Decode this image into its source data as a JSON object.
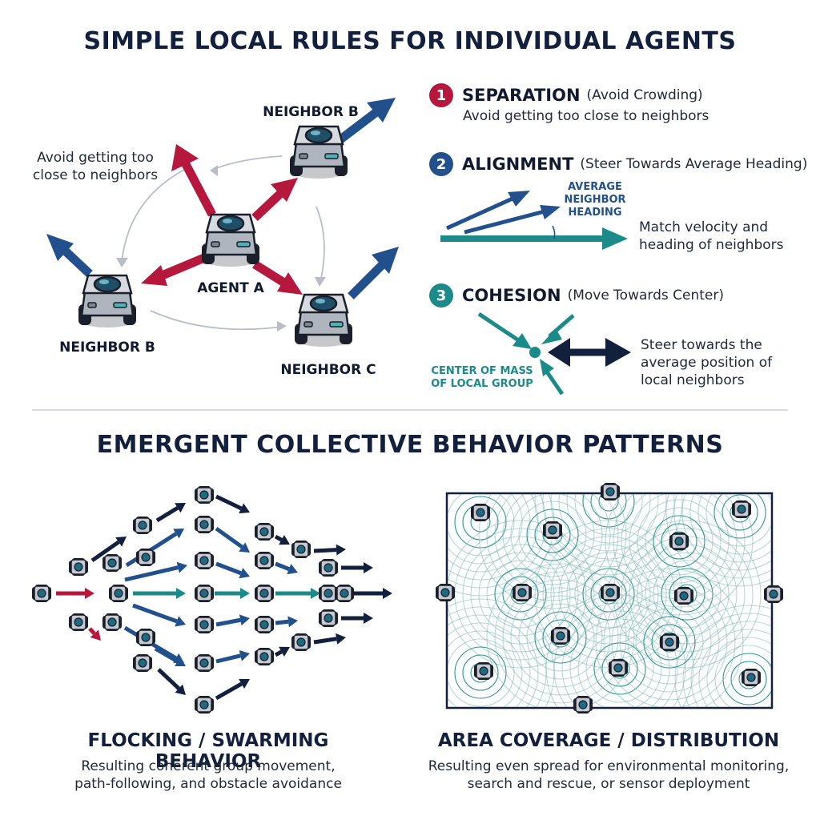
{
  "colors": {
    "navy": "#13203d",
    "red": "#b5173d",
    "blue": "#21508c",
    "teal": "#1d8a8a",
    "gray": "#b9bec6"
  },
  "icons": {
    "robot": "robot-icon",
    "arrow": "arrow-icon"
  },
  "rules_section": {
    "title": "SIMPLE LOCAL RULES FOR INDIVIDUAL AGENTS",
    "diagram": {
      "agent_a": "AGENT A",
      "neighbor_top": "NEIGHBOR B",
      "neighbor_left": "NEIGHBOR B",
      "neighbor_c": "NEIGHBOR C",
      "note_line1": "Avoid getting too",
      "note_line2": "close to neighbors"
    },
    "rules": [
      {
        "number": "1",
        "name": "SEPARATION",
        "subtitle": "(Avoid Crowding)",
        "description": [
          "Avoid getting too close to neighbors"
        ]
      },
      {
        "number": "2",
        "name": "ALIGNMENT",
        "subtitle": "(Steer Towards Average Heading)",
        "caption": [
          "AVERAGE",
          "NEIGHBOR",
          "HEADING"
        ],
        "description": [
          "Match velocity and",
          "heading of neighbors"
        ]
      },
      {
        "number": "3",
        "name": "COHESION",
        "subtitle": "(Move Towards Center)",
        "caption": [
          "CENTER OF MASS",
          "OF LOCAL GROUP"
        ],
        "description": [
          "Steer towards the",
          "average position of",
          "local neighbors"
        ]
      }
    ]
  },
  "patterns_section": {
    "title": "EMERGENT COLLECTIVE BEHAVIOR PATTERNS",
    "flocking": {
      "title": "FLOCKING / SWARMING BEHAVIOR",
      "desc_line1": "Resulting coherent group movement,",
      "desc_line2": "path-following, and obstacle avoidance"
    },
    "coverage": {
      "title": "AREA COVERAGE / DISTRIBUTION",
      "desc_line1": "Resulting even spread for environmental monitoring,",
      "desc_line2": "search and rescue, or sensor deployment"
    }
  }
}
